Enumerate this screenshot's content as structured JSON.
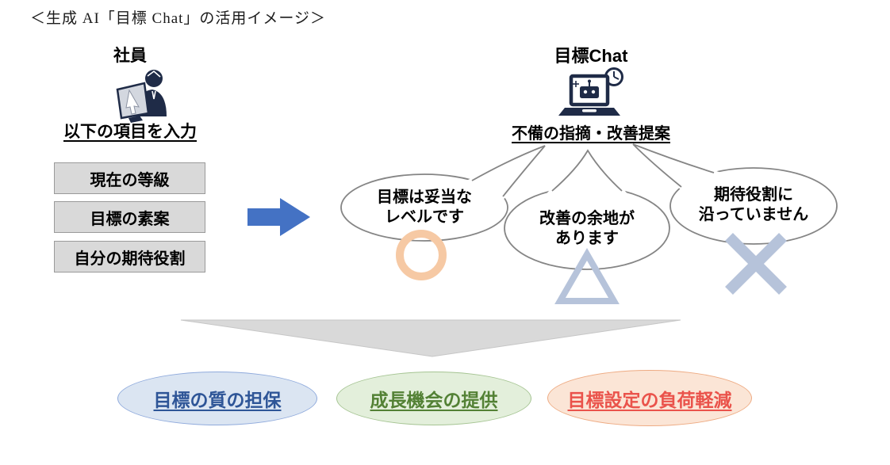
{
  "title": "＜生成 AI「目標 Chat」の活用イメージ＞",
  "employee": {
    "heading": "社員",
    "icon": "person-at-computer-icon",
    "instruction": "以下の項目を入力",
    "inputs": [
      "現在の等級",
      "目標の素案",
      "自分の期待役割"
    ]
  },
  "arrow": {
    "direction": "right",
    "color": "#4472C4"
  },
  "chat": {
    "heading": "目標Chat",
    "icon": "laptop-robot-clock-icon",
    "subheading": "不備の指摘・改善提案",
    "bubbles": [
      {
        "line1": "目標は妥当な",
        "line2": "レベルです",
        "mark": "circle",
        "mark_color": "#F6C9A4"
      },
      {
        "line1": "改善の余地が",
        "line2": "あります",
        "mark": "triangle",
        "mark_color": "#B6C3DA"
      },
      {
        "line1": "期待役割に",
        "line2": "沿っていません",
        "mark": "cross",
        "mark_color": "#B6C3DA"
      }
    ]
  },
  "funnel": {
    "shape": "down-triangle",
    "color": "#D9D9D9"
  },
  "outcomes": [
    {
      "label": "目標の質の担保",
      "fill": "#DBE5F2",
      "border": "#8FAADC",
      "text_color": "#2E5597"
    },
    {
      "label": "成長機会の提供",
      "fill": "#E3EFDB",
      "border": "#A5C492",
      "text_color": "#538135"
    },
    {
      "label": "目標設定の負荷軽減",
      "fill": "#FBE5D6",
      "border": "#EEAB83",
      "text_color": "#EA534B"
    }
  ]
}
